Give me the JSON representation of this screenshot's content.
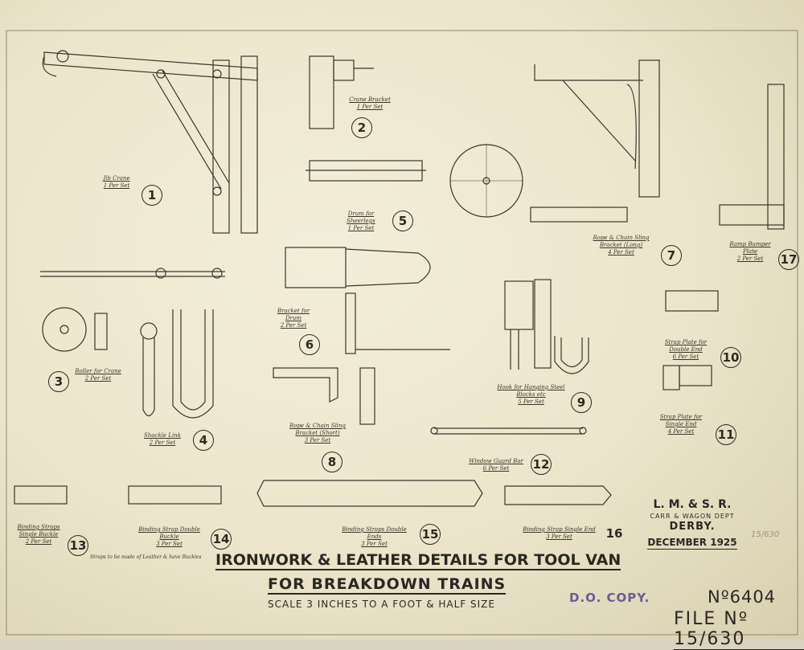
{
  "title": {
    "line1": "IRONWORK & LEATHER DETAILS  FOR TOOL VAN",
    "line2": "FOR BREAKDOWN TRAINS",
    "scale": "SCALE 3 INCHES TO A FOOT & HALF SIZE"
  },
  "title_block": {
    "company": "L. M. & S. R.",
    "dept": "CARR & WAGON DEPT",
    "place": "DERBY.",
    "date": "DECEMBER 1925",
    "stamp": "D.O. COPY.",
    "drawing_no": "Nº6404",
    "file_no": "FILE Nº 15/630",
    "pencil_note": "15/630"
  },
  "note": "Straps to be made of Leather & have Buckles",
  "parts": [
    {
      "num": "1",
      "label": "Jib Crane",
      "qty": "1 Per Set"
    },
    {
      "num": "2",
      "label": "Crane Bracket",
      "qty": "1 Per Set"
    },
    {
      "num": "3",
      "label": "Roller for Crane",
      "qty": "2 Per Set"
    },
    {
      "num": "4",
      "label": "Shackle Link",
      "qty": "2 Per Set"
    },
    {
      "num": "5",
      "label": "Drum for Sheerlegs",
      "qty": "1 Per Set"
    },
    {
      "num": "6",
      "label": "Bracket for Drum",
      "qty": "2 Per Set"
    },
    {
      "num": "7",
      "label": "Rope & Chain Sling Bracket (Long)",
      "qty": "4 Per Set"
    },
    {
      "num": "8",
      "label": "Rope & Chain Sling Bracket (Short)",
      "qty": "3 Per Set"
    },
    {
      "num": "9",
      "label": "Hook for Hanging Steel Blocks etc",
      "qty": "5 Per Set"
    },
    {
      "num": "10",
      "label": "Strap Plate for Double End",
      "qty": "6 Per Set"
    },
    {
      "num": "11",
      "label": "Strap Plate for Single End",
      "qty": "4 Per Set"
    },
    {
      "num": "12",
      "label": "Window Guard Bar",
      "qty": "6 Per Set"
    },
    {
      "num": "13",
      "label": "Binding Straps Single Buckle",
      "qty": "2 Per Set"
    },
    {
      "num": "14",
      "label": "Binding Strap Double Buckle",
      "qty": "3 Per Set"
    },
    {
      "num": "15",
      "label": "Binding Straps Double Ends",
      "qty": "3 Per Set"
    },
    {
      "num": "16",
      "label": "Binding Strap Single End",
      "qty": "3 Per Set"
    },
    {
      "num": "17",
      "label": "Ramp Bumper Plate",
      "qty": "2 Per Set"
    }
  ]
}
